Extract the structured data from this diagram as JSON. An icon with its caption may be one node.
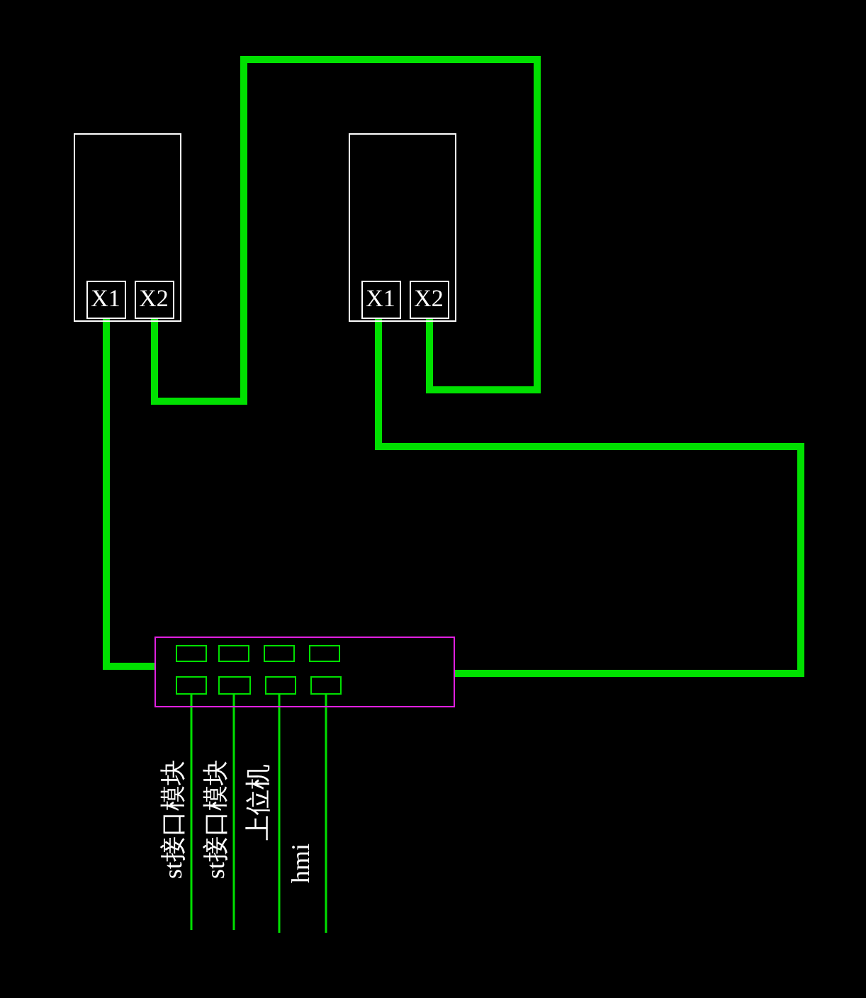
{
  "diagram": {
    "nodes": [
      {
        "text": [],
        "shape": "box"
      },
      {
        "text": [
          "X1"
        ],
        "in": 0
      },
      {
        "text": [
          "X2"
        ],
        "in": 0
      },
      {
        "text": [],
        "shape": "box"
      },
      {
        "text": [
          "X1"
        ],
        "in": 3
      },
      {
        "text": [
          "X2"
        ],
        "in": 3
      },
      {
        "text": [],
        "shape": "box"
      },
      {
        "text": [],
        "shape": "box",
        "in": 6
      },
      {
        "text": [],
        "shape": "box",
        "in": 6
      },
      {
        "text": [],
        "shape": "box",
        "in": 6
      },
      {
        "text": [],
        "shape": "box",
        "in": 6
      },
      {
        "text": [],
        "shape": "box",
        "in": 6
      },
      {
        "text": [],
        "shape": "box",
        "in": 6
      },
      {
        "text": [],
        "shape": "box",
        "in": 6
      },
      {
        "text": [],
        "shape": "box",
        "in": 6
      }
    ],
    "edges": [
      {
        "from": 2,
        "to": 5,
        "arrow": "none",
        "style": "thick"
      },
      {
        "from": 4,
        "to": 6,
        "arrow": "none",
        "style": "thick"
      },
      {
        "from": 1,
        "to": 6,
        "arrow": "none",
        "style": "thick"
      },
      {
        "from": 11,
        "to": null,
        "arrow": "none"
      },
      {
        "from": 12,
        "to": null,
        "arrow": "none"
      },
      {
        "from": 13,
        "to": null,
        "arrow": "none"
      },
      {
        "from": 14,
        "to": null,
        "arrow": "none"
      }
    ],
    "labels": [
      "st接口模块",
      "st接口模块",
      "上位机",
      "hmi"
    ]
  }
}
